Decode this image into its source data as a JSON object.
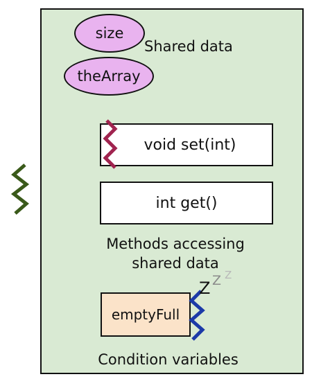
{
  "shared": {
    "items": [
      "size",
      "theArray"
    ],
    "caption": "Shared data"
  },
  "methods": {
    "set_label": "void set(int)",
    "get_label": "int get()",
    "caption_line1": "Methods accessing",
    "caption_line2": "shared data"
  },
  "condition": {
    "var_label": "emptyFull",
    "caption": "Condition variables",
    "sleep_letters": [
      "Z",
      "Z",
      "Z"
    ]
  },
  "colors": {
    "panel": "#d9ead3",
    "shared_item": "#e9b3ef",
    "cv_box": "#fbe3c9",
    "thread_outside": "#3a5a1a",
    "thread_in_method": "#a0244f",
    "thread_waiting": "#1c3aa8"
  }
}
